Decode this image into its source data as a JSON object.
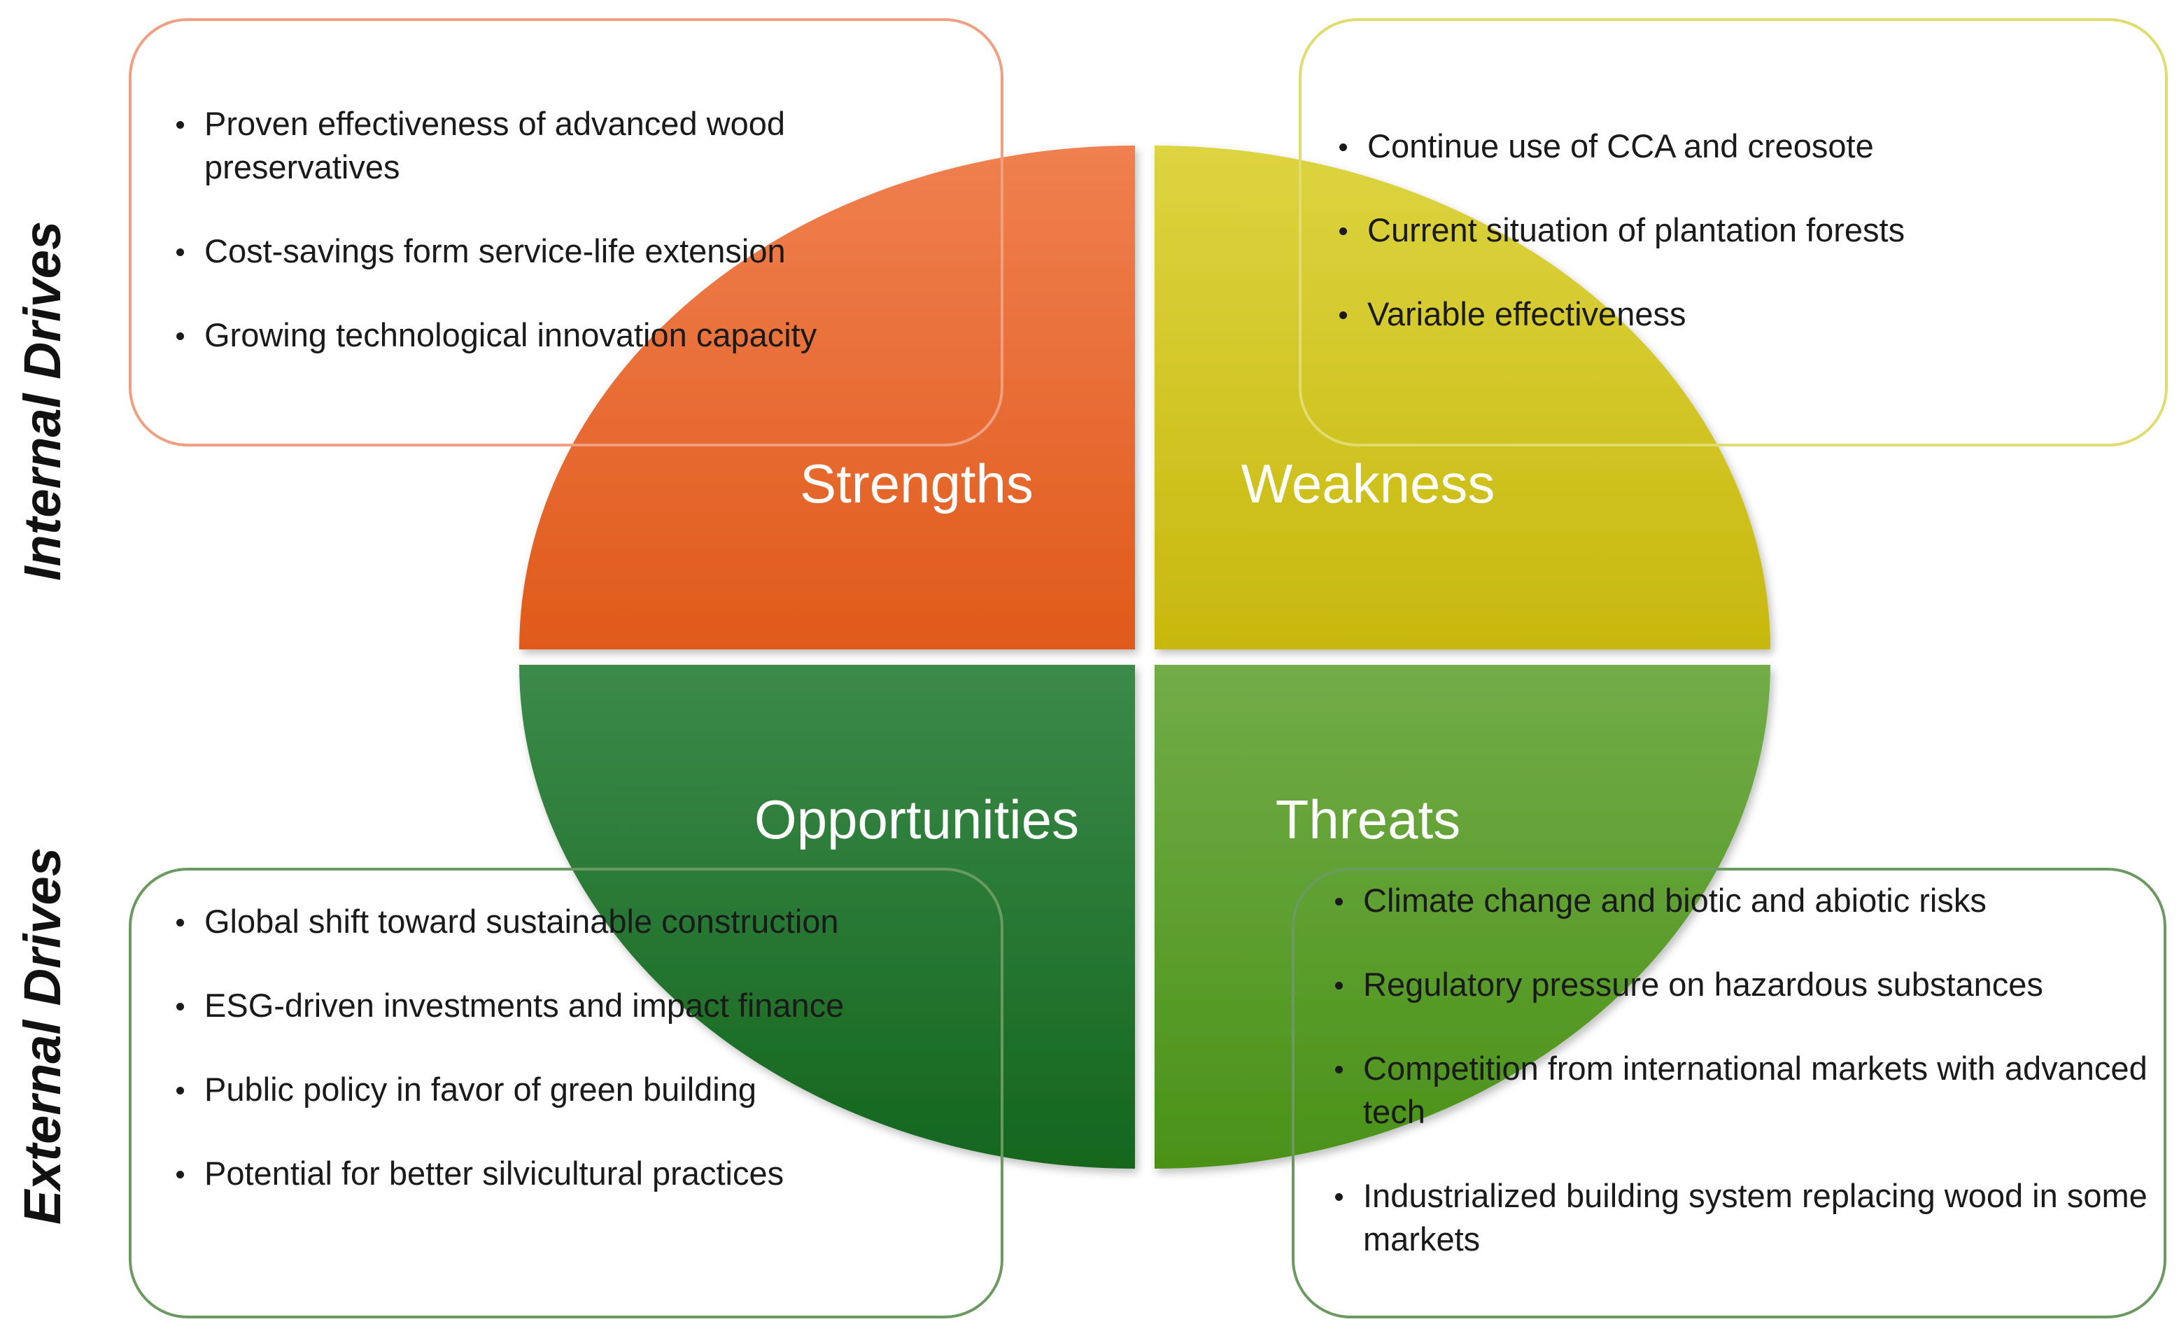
{
  "side_labels": {
    "internal": "Internal Drives",
    "external": "External Drives"
  },
  "quadrants": {
    "strengths": {
      "title": "Strengths",
      "color_top": "#f08050",
      "color_bottom": "#e05a1a",
      "items": [
        "Proven effectiveness of advanced wood preservatives",
        "Cost-savings form service-life extension",
        "Growing technological innovation capacity"
      ]
    },
    "weakness": {
      "title": "Weakness",
      "color_top": "#dcd440",
      "color_bottom": "#c8b80e",
      "items": [
        "Continue use of CCA and creosote",
        "Current situation of plantation forests",
        "Variable effectiveness"
      ]
    },
    "opportunities": {
      "title": "Opportunities",
      "color_top": "#3c8a4a",
      "color_bottom": "#14661e",
      "items": [
        "Global shift toward sustainable construction",
        "ESG-driven investments and impact finance",
        "Public policy in favor of green building",
        "Potential for better silvicultural practices"
      ]
    },
    "threats": {
      "title": "Threats",
      "color_top": "#72ac48",
      "color_bottom": "#4a9218",
      "items": [
        "Climate change and biotic and abiotic risks",
        "Regulatory pressure on hazardous substances",
        "Competition from international markets with advanced tech",
        "Industrialized building system replacing wood in some markets"
      ]
    }
  }
}
